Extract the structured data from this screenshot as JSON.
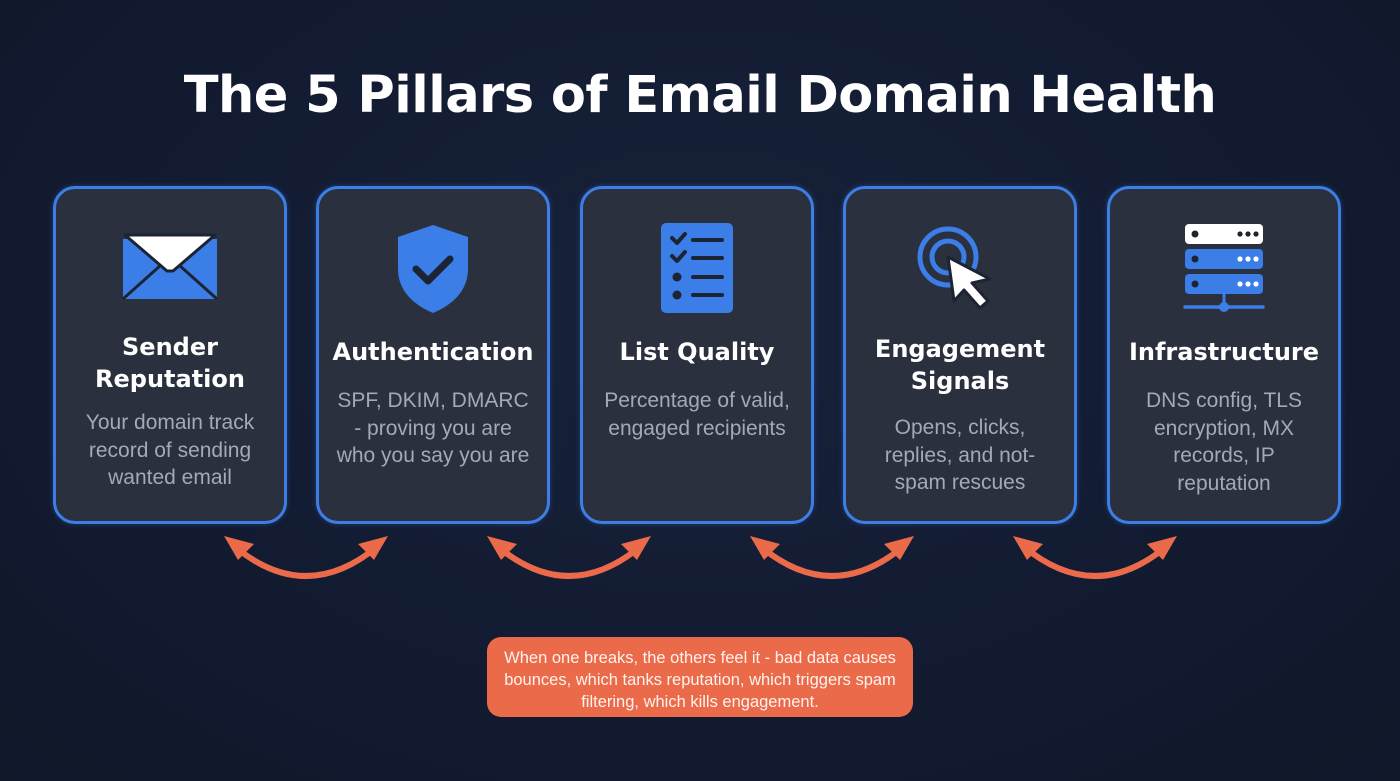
{
  "title": "The 5 Pillars of Email Domain Health",
  "pillars": [
    {
      "icon": "envelope-icon",
      "title_lines": [
        "Sender",
        "Reputation"
      ],
      "description": "Your domain track record of sending wanted email"
    },
    {
      "icon": "shield-check-icon",
      "title_lines": [
        "Authentication"
      ],
      "description": "SPF, DKIM, DMARC - proving you are who you say you are"
    },
    {
      "icon": "checklist-icon",
      "title_lines": [
        "List Quality"
      ],
      "description": "Percentage of valid, engaged recipients"
    },
    {
      "icon": "click-cursor-icon",
      "title_lines": [
        "Engagement",
        "Signals"
      ],
      "description": "Opens, clicks, replies, and not-spam rescues"
    },
    {
      "icon": "server-icon",
      "title_lines": [
        "Infrastructure"
      ],
      "description": "DNS config, TLS encryption, MX records, IP reputation"
    }
  ],
  "connectors": [
    "bidirectional-arrow",
    "bidirectional-arrow",
    "bidirectional-arrow",
    "bidirectional-arrow"
  ],
  "note": "When one breaks, the others feel it - bad data causes bounces, which tanks reputation, which triggers spam filtering, which kills engagement.",
  "colors": {
    "background": "#121b31",
    "card_fill": "#2a303d",
    "card_border": "#3d7ee6",
    "icon_blue": "#3b7ee8",
    "accent_orange": "#ea6a4a",
    "desc_text": "#a3a9b6"
  }
}
